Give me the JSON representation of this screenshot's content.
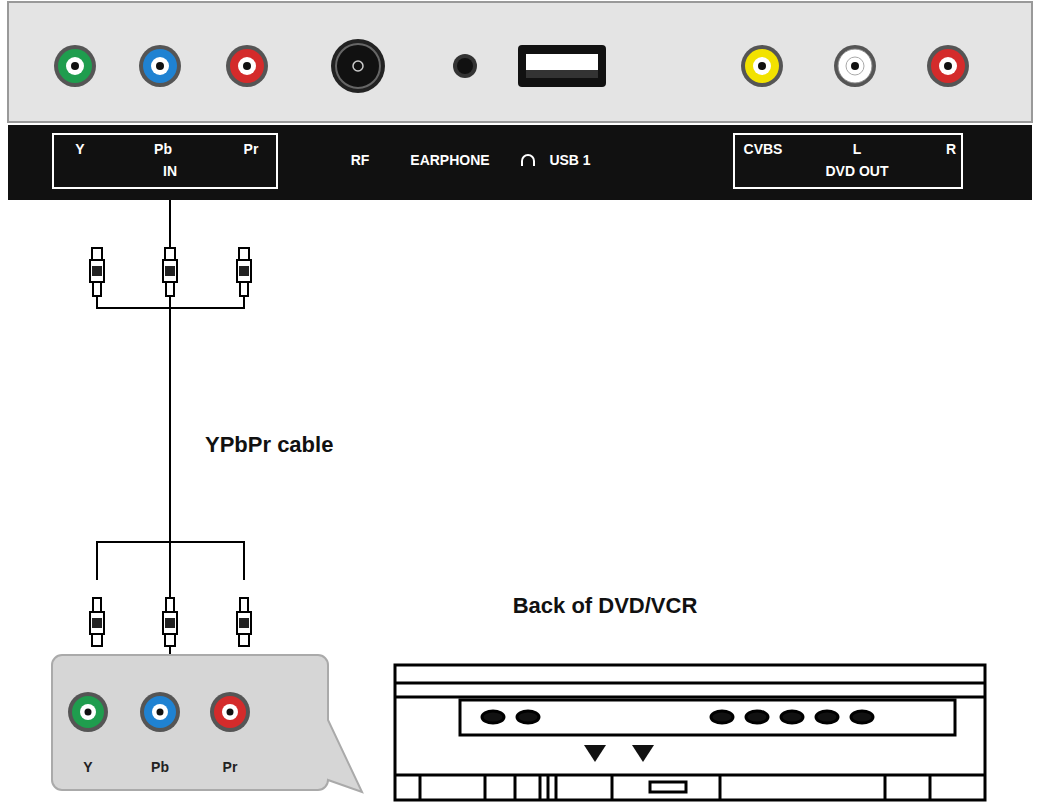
{
  "diagram": {
    "nodes": [
      {
        "text": [
          "RF",
          "EARPHONE",
          "USB 1"
        ]
      },
      {
        "text": [
          "Y",
          "Pb",
          "Pr",
          "IN"
        ],
        "in": 0
      },
      {
        "text": [
          "CVBS",
          "L",
          "R",
          "DVD OUT"
        ],
        "in": 0
      },
      {
        "text": [
          "Y",
          "Pb",
          "Pr"
        ]
      }
    ],
    "edges": [
      {
        "from": 1,
        "to": 3,
        "arrow": "none"
      }
    ],
    "labels": [
      "YPbPr cable",
      "Back of DVD/VCR"
    ]
  }
}
